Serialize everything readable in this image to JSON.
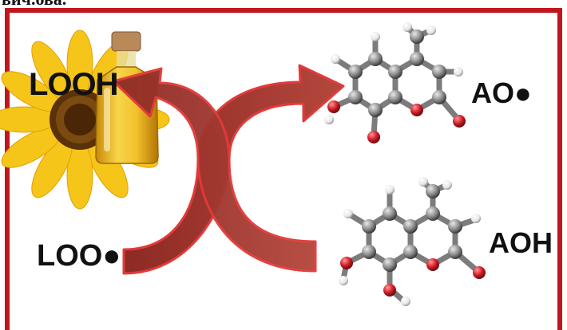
{
  "header_fragment": "вич.ова.",
  "labels": {
    "looh": "LOOH",
    "ao": "AO●",
    "loo": "LOO●",
    "aoh": "AOH"
  },
  "colors": {
    "frame": "#c0171d",
    "arrow_fill": "#a53a32",
    "arrow_stroke": "#e23a3a",
    "carbon": "#8a8a8a",
    "oxygen": "#d4202a",
    "hydrogen": "#f2f2f2"
  },
  "icons": [
    "sunflower-icon",
    "oil-bottle-icon",
    "molecule-icon"
  ]
}
